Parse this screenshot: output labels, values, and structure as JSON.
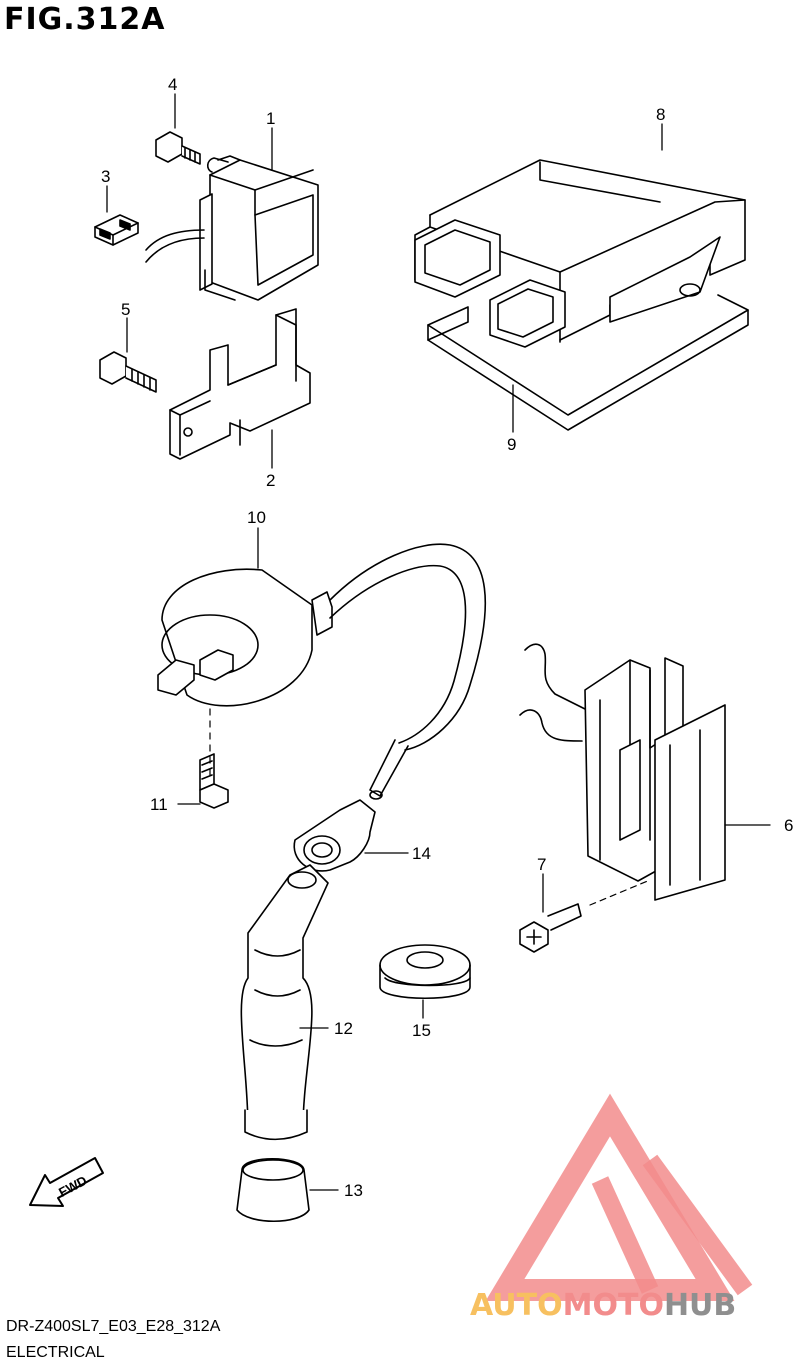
{
  "figure": {
    "title": "FIG.312A",
    "model_code": "DR-Z400SL7_E03_E28_312A",
    "section": "ELECTRICAL",
    "fwd_label": "FWD"
  },
  "callouts": [
    {
      "id": "1",
      "label": "1"
    },
    {
      "id": "2",
      "label": "2"
    },
    {
      "id": "3",
      "label": "3"
    },
    {
      "id": "4",
      "label": "4"
    },
    {
      "id": "5",
      "label": "5"
    },
    {
      "id": "6",
      "label": "6"
    },
    {
      "id": "7",
      "label": "7"
    },
    {
      "id": "8",
      "label": "8"
    },
    {
      "id": "9",
      "label": "9"
    },
    {
      "id": "10",
      "label": "10"
    },
    {
      "id": "11",
      "label": "11"
    },
    {
      "id": "12",
      "label": "12"
    },
    {
      "id": "13",
      "label": "13"
    },
    {
      "id": "14",
      "label": "14"
    },
    {
      "id": "15",
      "label": "15"
    }
  ],
  "watermark": {
    "part1": "AUTO",
    "part2": "MOTO",
    "part3": "HUB",
    "colors": {
      "orange": "#f7c060",
      "red": "#f28c8c",
      "gray": "#8f8f8f"
    }
  }
}
